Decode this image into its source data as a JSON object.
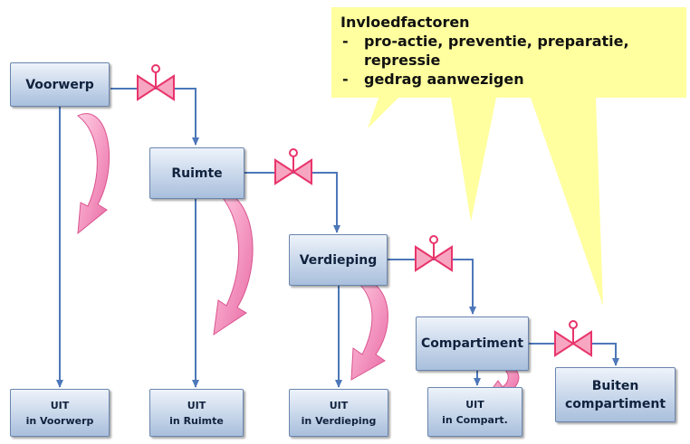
{
  "callout": {
    "title": "Invloedfactoren",
    "items": [
      "pro-actie, preventie, preparatie, repressie",
      "gedrag aanwezigen"
    ]
  },
  "stages": {
    "voorwerp": "Voorwerp",
    "ruimte": "Ruimte",
    "verdieping": "Verdieping",
    "compartiment": "Compartiment",
    "buiten_line1": "Buiten",
    "buiten_line2": "compartiment"
  },
  "outcomes": {
    "voorwerp": {
      "line1": "UIT",
      "line2": "in Voorwerp"
    },
    "ruimte": {
      "line1": "UIT",
      "line2": "in Ruimte"
    },
    "verdieping": {
      "line1": "UIT",
      "line2": "in Verdieping"
    },
    "compartiment": {
      "line1": "UIT",
      "line2": "in Compart."
    }
  },
  "colors": {
    "callout": "#ffff9f",
    "connector": "#4d77b9",
    "valve": "#e8356b",
    "curved_arrow": "#f08ab8"
  }
}
